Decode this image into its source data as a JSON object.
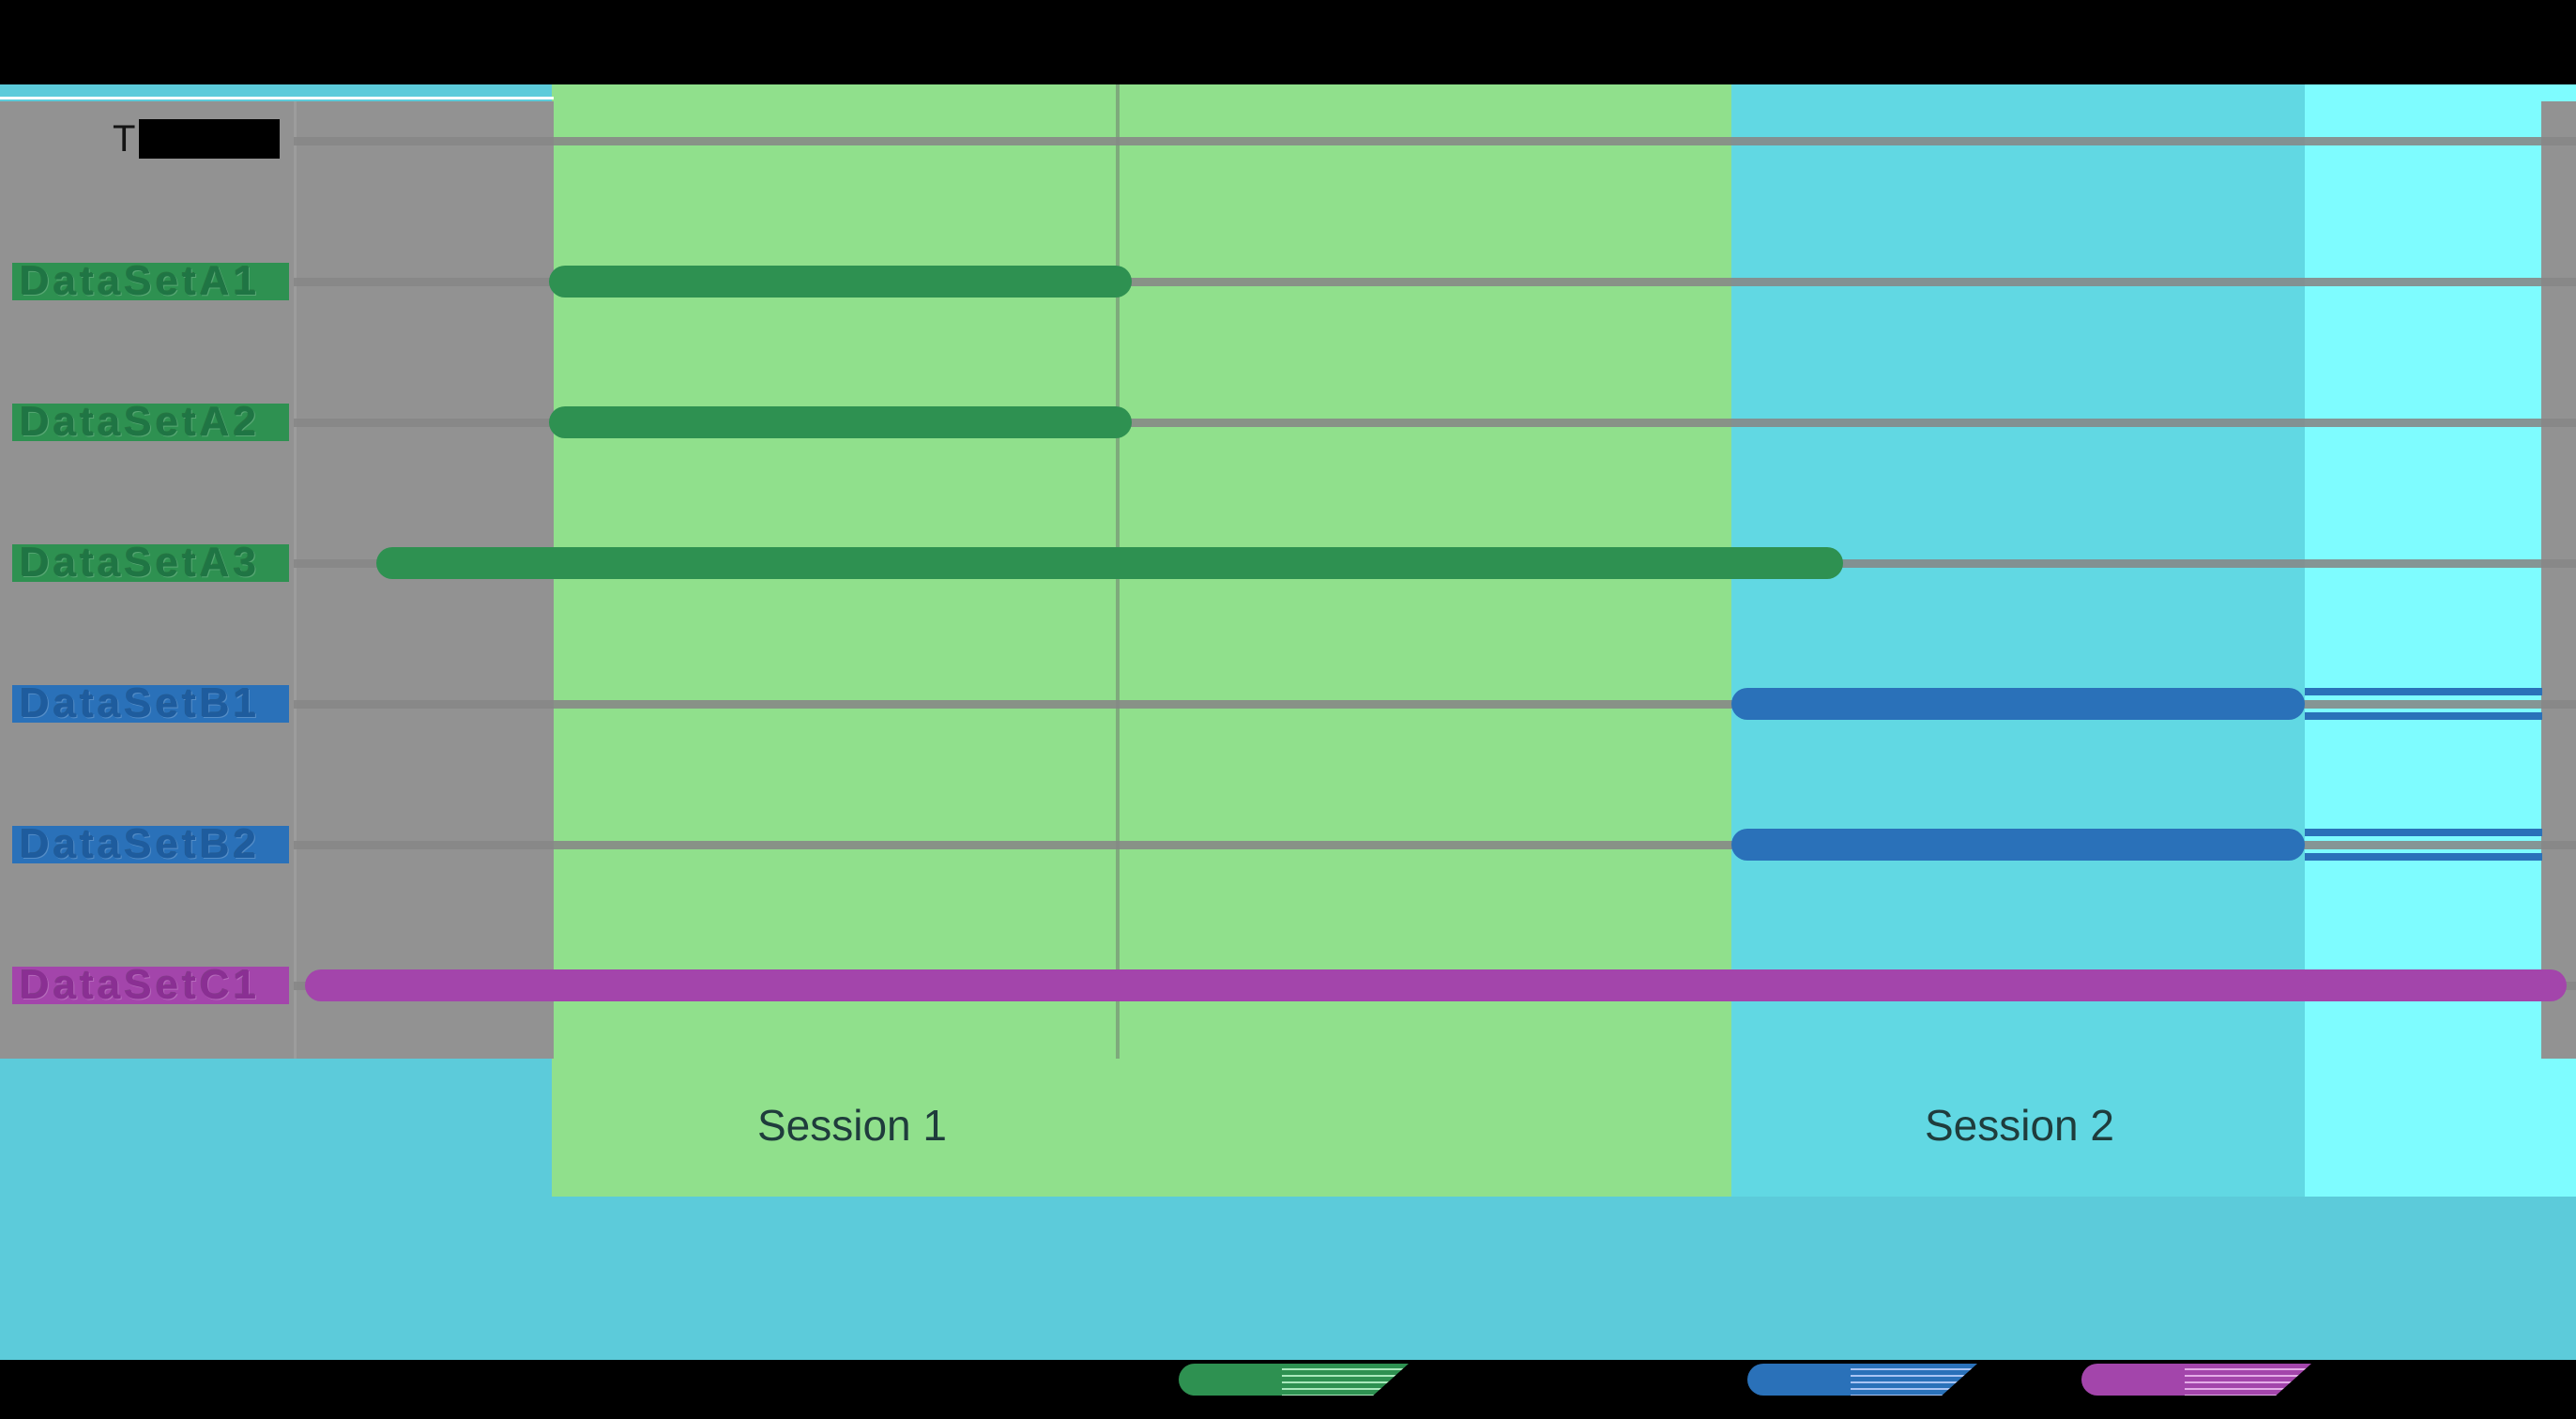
{
  "labels": {
    "time_fragment": "T",
    "session1": "Session 1",
    "session2": "Session 2"
  },
  "colors": {
    "background_black": "#000000",
    "cyan_band": "#5CCBDA",
    "session1_fill": "#90E08C",
    "session2_fill": "#61D8E3",
    "right_region_fill": "#7EFCFF",
    "axis_panel_gray": "#929292",
    "gridline": "#868686",
    "series_a_green": "#2E9151",
    "series_b_blue": "#2A71B9",
    "series_c_purple": "#A345AB",
    "session_label_text": "#1F3C3C",
    "white_edge_line": "#FFFFFF"
  },
  "chart_data": {
    "type": "gantt",
    "title": "",
    "x_axis": {
      "title_visible_fragment": "T",
      "title_partially_covered_by_black_box": true,
      "tick_labels": [],
      "numeric_scale_visible": false,
      "units": "percent_of_plot_width"
    },
    "grid": {
      "horizontal_rows": 7,
      "row_spacing_equal": true,
      "grid_on": true
    },
    "row_labels": [
      "DataSetA1",
      "DataSetA2",
      "DataSetA3",
      "DataSetB1",
      "DataSetB2",
      "DataSetC1"
    ],
    "sessions": [
      {
        "name": "Session 1",
        "start_pct": 11.3,
        "end_pct": 63.0,
        "fill": "#90E08C"
      },
      {
        "name": "Session 2",
        "start_pct": 63.0,
        "end_pct": 88.1,
        "fill": "#61D8E3"
      }
    ],
    "right_region": {
      "start_pct": 88.1,
      "end_pct": 100,
      "fill": "#7EFCFF"
    },
    "session1_divider_pct": 36.0,
    "tasks": [
      {
        "label": "DataSetA1",
        "series": "A",
        "color": "#2E9151",
        "ghost_text": "#1F7544",
        "start_pct": 11.2,
        "end_pct": 36.7,
        "session": "Session 1"
      },
      {
        "label": "DataSetA2",
        "series": "A",
        "color": "#2E9151",
        "ghost_text": "#1F7544",
        "start_pct": 11.2,
        "end_pct": 36.7,
        "session": "Session 1"
      },
      {
        "label": "DataSetA3",
        "series": "A",
        "color": "#2E9151",
        "ghost_text": "#1F7544",
        "start_pct": 3.6,
        "end_pct": 67.9,
        "session": "Session 1 into Session 2"
      },
      {
        "label": "DataSetB1",
        "series": "B",
        "color": "#2A71B9",
        "ghost_text": "#1E5C9E",
        "start_pct": 63.0,
        "end_pct": 88.1,
        "covered_end_pct": 98.5,
        "session": "Session 2"
      },
      {
        "label": "DataSetB2",
        "series": "B",
        "color": "#2A71B9",
        "ghost_text": "#1E5C9E",
        "start_pct": 63.0,
        "end_pct": 88.1,
        "covered_end_pct": 98.5,
        "session": "Session 2"
      },
      {
        "label": "DataSetC1",
        "series": "C",
        "color": "#A345AB",
        "ghost_text": "#8A2F93",
        "start_pct": 0.5,
        "end_pct": 99.6,
        "session": "spans full timeline"
      }
    ],
    "legend": {
      "position": "bottom",
      "labels_covered_by_black_boxes": true,
      "items": [
        {
          "series": "A",
          "color": "#2E9151",
          "stripe_light": "#A9E9BC"
        },
        {
          "series": "B",
          "color": "#2A71B9",
          "stripe_light": "#A9C4F4"
        },
        {
          "series": "C",
          "color": "#A345AB",
          "stripe_light": "#E4ACE8"
        }
      ]
    }
  }
}
